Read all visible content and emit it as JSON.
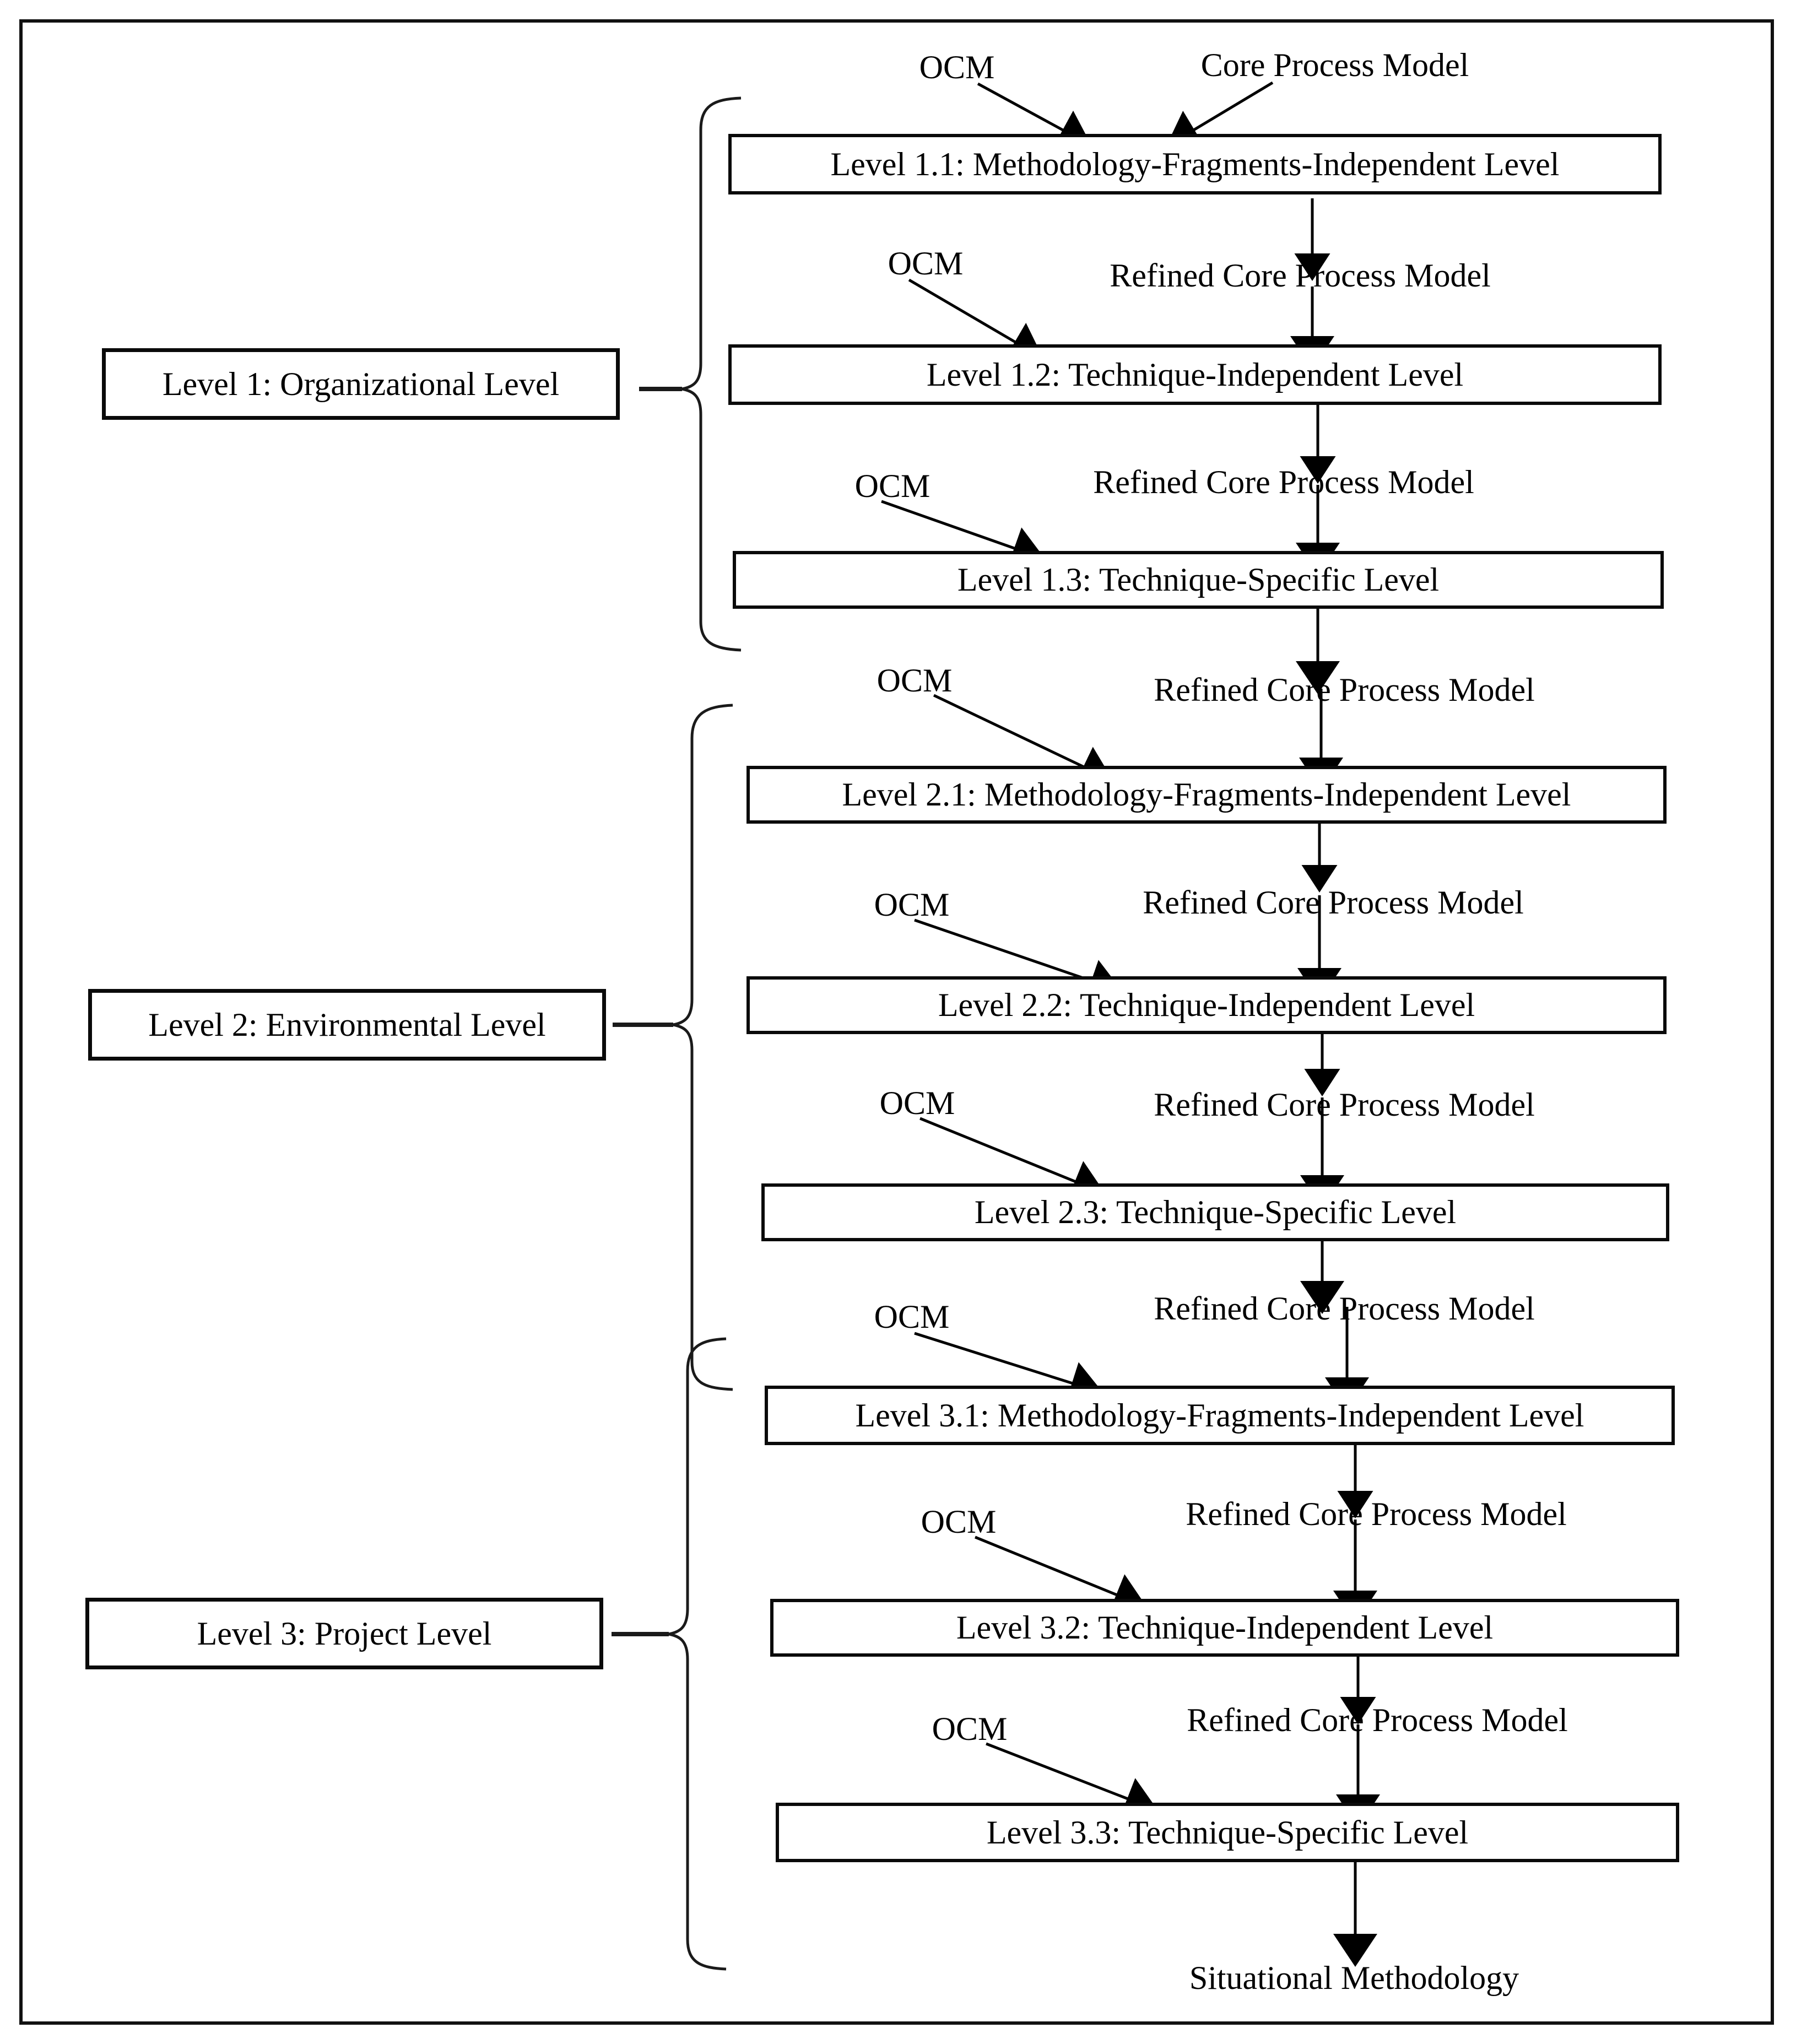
{
  "diagram": {
    "title": "Three-level situational method engineering process",
    "frame": {
      "border_color": "#111111"
    },
    "groups": [
      {
        "id": "level1",
        "label": "Level 1: Organizational Level"
      },
      {
        "id": "level2",
        "label": "Level 2: Environmental Level"
      },
      {
        "id": "level3",
        "label": "Level 3: Project Level"
      }
    ],
    "nodes": [
      {
        "id": "n11",
        "label": "Level 1.1: Methodology-Fragments-Independent Level"
      },
      {
        "id": "n12",
        "label": "Level 1.2: Technique-Independent Level"
      },
      {
        "id": "n13",
        "label": "Level 1.3: Technique-Specific Level"
      },
      {
        "id": "n21",
        "label": "Level 2.1: Methodology-Fragments-Independent Level"
      },
      {
        "id": "n22",
        "label": "Level 2.2: Technique-Independent Level"
      },
      {
        "id": "n23",
        "label": "Level 2.3: Technique-Specific Level"
      },
      {
        "id": "n31",
        "label": "Level 3.1: Methodology-Fragments-Independent Level"
      },
      {
        "id": "n32",
        "label": "Level 3.2: Technique-Independent Level"
      },
      {
        "id": "n33",
        "label": "Level 3.3: Technique-Specific Level"
      }
    ],
    "ocm_labels": [
      {
        "id": "ocm1",
        "text": "OCM"
      },
      {
        "id": "ocm2",
        "text": "OCM"
      },
      {
        "id": "ocm3",
        "text": "OCM"
      },
      {
        "id": "ocm4",
        "text": "OCM"
      },
      {
        "id": "ocm5",
        "text": "OCM"
      },
      {
        "id": "ocm6",
        "text": "OCM"
      },
      {
        "id": "ocm7",
        "text": "OCM"
      },
      {
        "id": "ocm8",
        "text": "OCM"
      },
      {
        "id": "ocm9",
        "text": "OCM"
      }
    ],
    "flow_labels": [
      {
        "id": "f_core",
        "text": "Core Process Model"
      },
      {
        "id": "f_r1",
        "text": "Refined Core Process Model"
      },
      {
        "id": "f_r2",
        "text": "Refined Core Process Model"
      },
      {
        "id": "f_r3",
        "text": "Refined Core Process Model"
      },
      {
        "id": "f_r4",
        "text": "Refined Core Process Model"
      },
      {
        "id": "f_r5",
        "text": "Refined Core Process Model"
      },
      {
        "id": "f_r6",
        "text": "Refined Core Process Model"
      },
      {
        "id": "f_r7",
        "text": "Refined Core Process Model"
      },
      {
        "id": "f_r8",
        "text": "Refined Core Process Model"
      },
      {
        "id": "f_out",
        "text": "Situational Methodology"
      }
    ]
  }
}
